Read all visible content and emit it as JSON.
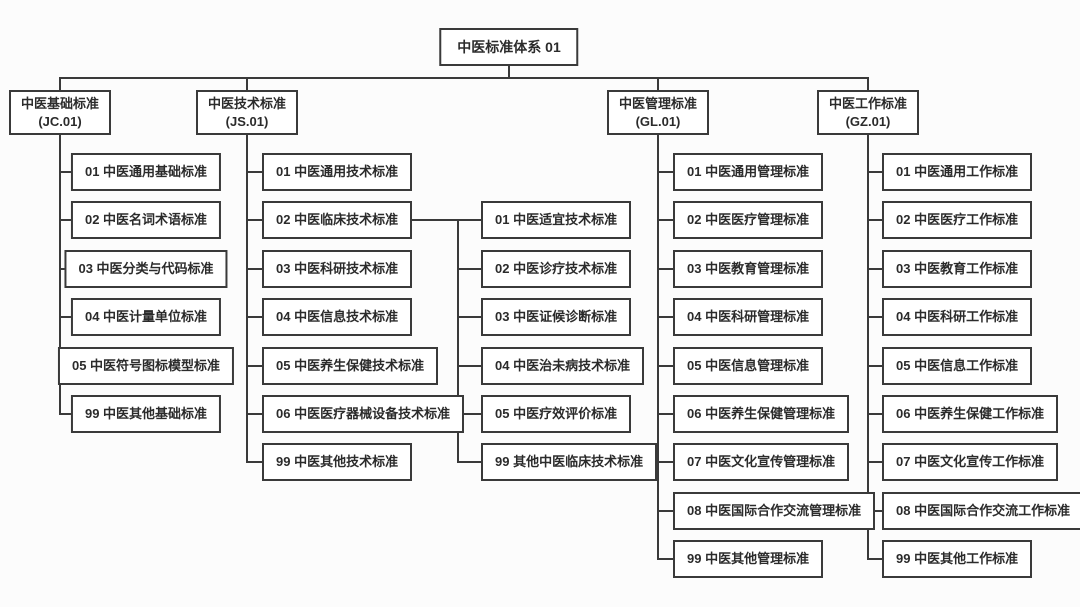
{
  "diagram": {
    "root_label": "中医标准体系 01",
    "colors": {
      "line": "#3a3a3a",
      "box_border": "#3a3a3a",
      "box_background": "#ffffff",
      "text": "#2b2b2b",
      "background": "#fcfcfc"
    },
    "branches": [
      {
        "title": "中医基础标准",
        "code": "(JC.01)",
        "items": [
          "01 中医通用基础标准",
          "02 中医名词术语标准",
          "03 中医分类与代码标准",
          "04 中医计量单位标准",
          "05 中医符号图标模型标准",
          "99 中医其他基础标准"
        ]
      },
      {
        "title": "中医技术标准",
        "code": "(JS.01)",
        "items": [
          "01 中医通用技术标准",
          "02 中医临床技术标准",
          "03 中医科研技术标准",
          "04 中医信息技术标准",
          "05 中医养生保健技术标准",
          "06 中医医疗器械设备技术标准",
          "99 中医其他技术标准"
        ]
      },
      {
        "title": "中医管理标准",
        "code": "(GL.01)",
        "items": [
          "01 中医通用管理标准",
          "02 中医医疗管理标准",
          "03 中医教育管理标准",
          "04 中医科研管理标准",
          "05 中医信息管理标准",
          "06 中医养生保健管理标准",
          "07 中医文化宣传管理标准",
          "08 中医国际合作交流管理标准",
          "99 中医其他管理标准"
        ]
      },
      {
        "title": "中医工作标准",
        "code": "(GZ.01)",
        "items": [
          "01 中医通用工作标准",
          "02 中医医疗工作标准",
          "03 中医教育工作标准",
          "04 中医科研工作标准",
          "05 中医信息工作标准",
          "06 中医养生保健工作标准",
          "07 中医文化宣传工作标准",
          "08 中医国际合作交流工作标准",
          "99 中医其他工作标准"
        ]
      }
    ],
    "clinical_sub": {
      "parent": "02 中医临床技术标准",
      "items": [
        "01 中医适宜技术标准",
        "02 中医诊疗技术标准",
        "03 中医证候诊断标准",
        "04 中医治未病技术标准",
        "05 中医疗效评价标准",
        "99 其他中医临床技术标准"
      ]
    }
  }
}
